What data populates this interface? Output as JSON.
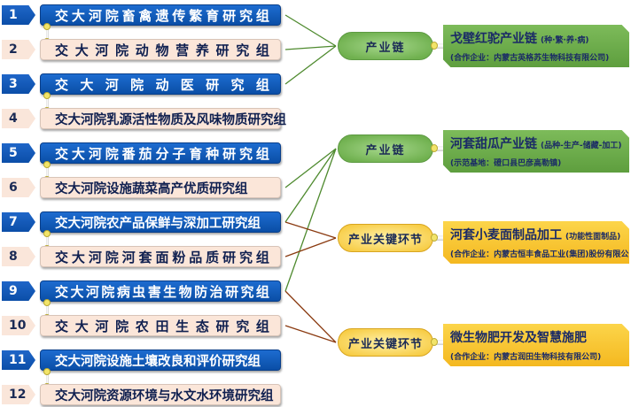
{
  "groups": [
    {
      "num": "1",
      "label": "交大河院畜禽遗传繁育研究组",
      "style": "blue"
    },
    {
      "num": "2",
      "label": "交大河院动物营养研究组",
      "style": "pink"
    },
    {
      "num": "3",
      "label": "交大河院动医研究组",
      "style": "blue"
    },
    {
      "num": "4",
      "label": "交大河院乳源活性物质及风味物质研究组",
      "style": "pink"
    },
    {
      "num": "5",
      "label": "交大河院番茄分子育种研究组",
      "style": "blue"
    },
    {
      "num": "6",
      "label": "交大河院设施蔬菜高产优质研究组",
      "style": "pink"
    },
    {
      "num": "7",
      "label": "交大河院农产品保鲜与深加工研究组",
      "style": "blue"
    },
    {
      "num": "8",
      "label": "交大河院河套面粉品质研究组",
      "style": "pink"
    },
    {
      "num": "9",
      "label": "交大河院病虫害生物防治研究组",
      "style": "blue"
    },
    {
      "num": "10",
      "label": "交大河院农田生态研究组",
      "style": "pink"
    },
    {
      "num": "11",
      "label": "交大河院设施土壤改良和评价研究组",
      "style": "blue"
    },
    {
      "num": "12",
      "label": "交大河院资源环境与水文水环境研究组",
      "style": "pink"
    }
  ],
  "categories": [
    {
      "label": "产业链",
      "style": "green"
    },
    {
      "label": "产业链",
      "style": "green"
    },
    {
      "label": "产业关键环节",
      "style": "gold"
    },
    {
      "label": "产业关键环节",
      "style": "gold"
    }
  ],
  "cards": [
    {
      "title": "戈壁红驼产业链",
      "note": "(种·繁·养·病)",
      "sub": "(合作企业：内蒙古英格苏生物科技有限公司)",
      "style": "green"
    },
    {
      "title": "河套甜瓜产业链",
      "note": "(品种-生产-储藏-加工)",
      "sub": "(示范基地：磴口县巴彦高勒镇)",
      "style": "green"
    },
    {
      "title": "河套小麦面制品加工",
      "note": "(功能性面制品)",
      "sub": "(合作企业：内蒙古恒丰食品工业(集团)股份有限公司)",
      "style": "gold"
    },
    {
      "title": "微生物肥开发及智慧施肥",
      "note": "",
      "sub": "(合作企业：内蒙古润田生物科技有限公司)",
      "style": "gold"
    }
  ],
  "links": [
    {
      "category": 0,
      "groups": [
        1,
        2,
        3
      ],
      "color": "#4e8a2e"
    },
    {
      "category": 1,
      "groups": [
        6,
        7,
        9
      ],
      "color": "#4e8a2e"
    },
    {
      "category": 2,
      "groups": [
        7,
        8
      ],
      "color": "#8a3a10"
    },
    {
      "category": 3,
      "groups": [
        9,
        10
      ],
      "color": "#8a3a10"
    }
  ]
}
